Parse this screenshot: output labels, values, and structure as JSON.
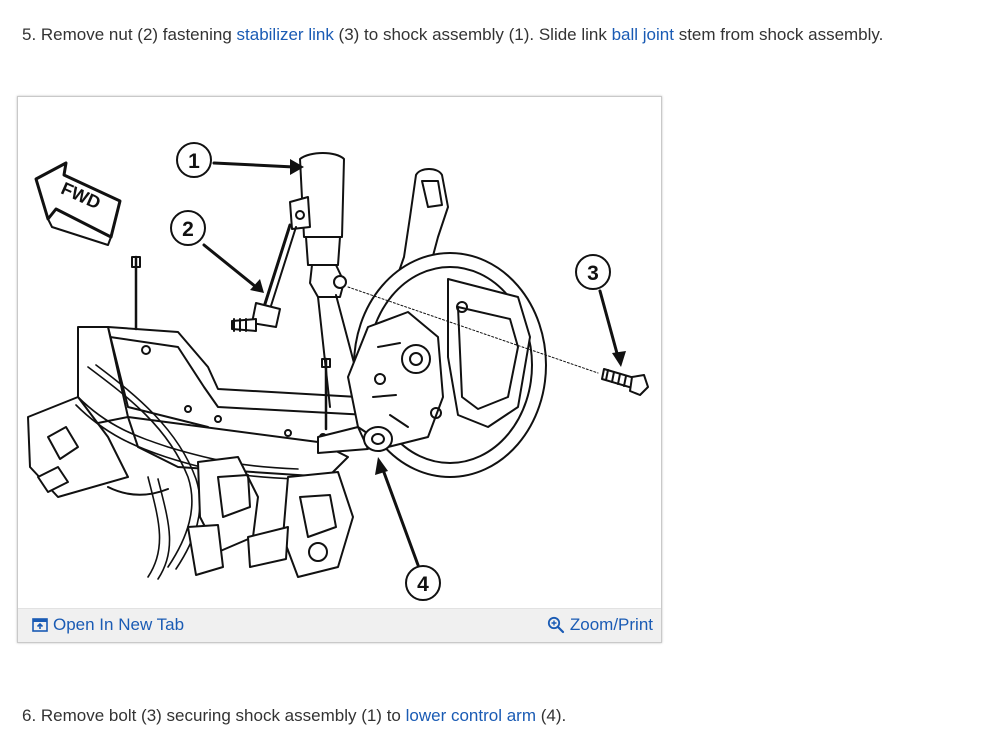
{
  "step5": {
    "t1": "5. Remove nut (2) fastening ",
    "link1": "stabilizer link",
    "t2": " (3) to shock assembly (1). Slide link ",
    "link2": "ball joint",
    "t3": " stem from shock assembly."
  },
  "figure": {
    "fwd_label": "FWD",
    "callouts": [
      "1",
      "2",
      "3",
      "4"
    ],
    "open_new_tab": "Open In New Tab",
    "zoom_print": "Zoom/Print"
  },
  "step6": {
    "t1": "6. Remove bolt (3) securing shock assembly (1) to ",
    "link1": "lower control arm",
    "t2": " (4)."
  },
  "colors": {
    "link": "#1a5bb4",
    "text": "#333333",
    "toolbar": "#f0f0f0"
  },
  "icons": [
    "open-new-tab-icon",
    "zoom-icon"
  ]
}
